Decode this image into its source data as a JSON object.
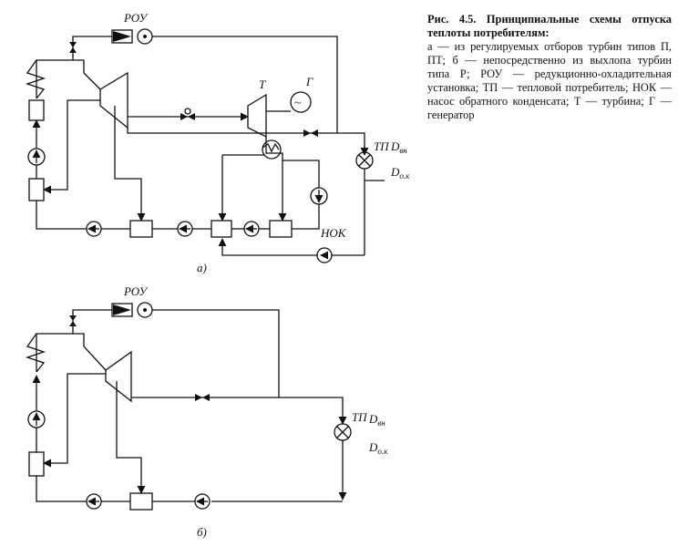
{
  "caption": {
    "title": "Рис. 4.5. Принципиальные схемы отпуска теплоты потребителям:",
    "body": "а — из регулируемых отборов турбин типов П, ПТ; б — непосредственно из выхлопа турбин типа Р; РОУ — редукционно-охладительная установка; ТП — тепловой потребитель; НОК — насос обратного конденсата; Т — турбина; Г — генератор"
  },
  "scheme_a": {
    "label": "а)",
    "rou_label": "РОУ",
    "turbine_label": "Т",
    "generator_label": "Г",
    "generator_symbol": "~",
    "consumer_label": "ТП",
    "steam_flow_label": "D",
    "steam_flow_sub": "вн",
    "return_flow_label": "D",
    "return_flow_sub": "о.к",
    "pump_label": "НОК"
  },
  "scheme_b": {
    "label": "б)",
    "rou_label": "РОУ",
    "consumer_label": "ТП",
    "steam_flow_label": "D",
    "steam_flow_sub": "вн",
    "return_flow_label": "D",
    "return_flow_sub": "о.к"
  },
  "icons": [
    "pump-icon",
    "valve-icon",
    "heat-exchanger-icon",
    "boiler-icon",
    "turbine-icon",
    "generator-icon",
    "consumer-icon",
    "arrow-icon"
  ]
}
